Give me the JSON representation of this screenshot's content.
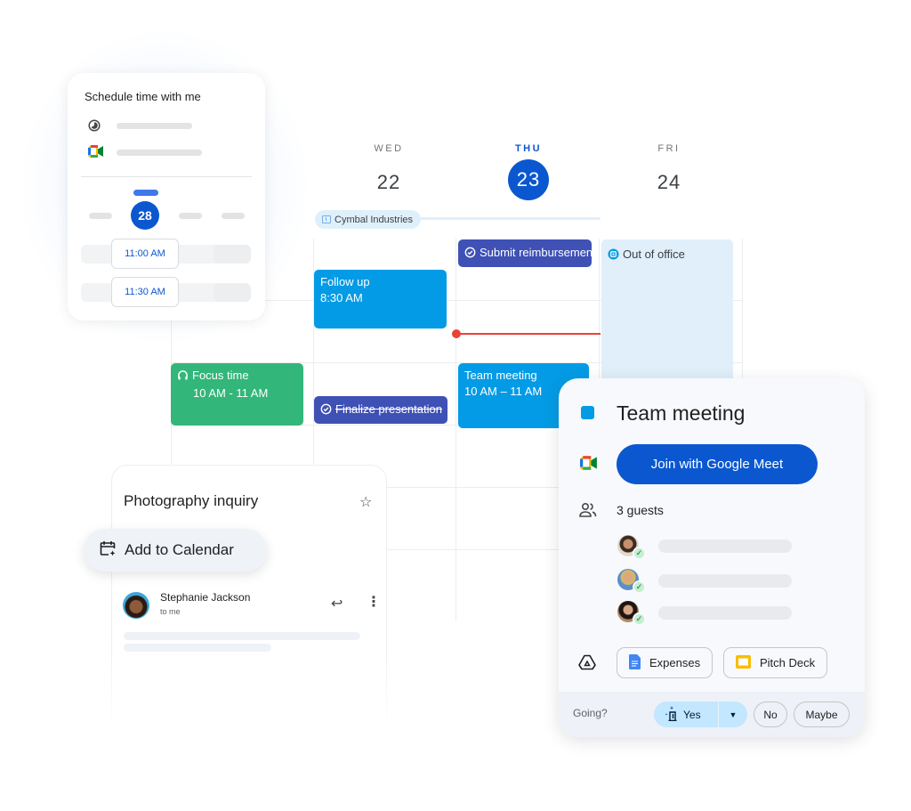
{
  "calendar": {
    "days": [
      {
        "dow": "WED",
        "num": "22",
        "today": false
      },
      {
        "dow": "THU",
        "num": "23",
        "today": true
      },
      {
        "dow": "FRI",
        "num": "24",
        "today": false
      }
    ],
    "all_day_event": "Cymbal Industries",
    "events": {
      "follow_up": {
        "title": "Follow up",
        "time": "8:30 AM"
      },
      "submit": {
        "title": "Submit reimbursement"
      },
      "out_of_office": {
        "title": "Out of office"
      },
      "focus_time": {
        "title": "Focus time",
        "time": "10 AM - 11 AM"
      },
      "finalize": {
        "title": "Finalize presentation"
      },
      "team_meeting": {
        "title": "Team meeting",
        "time": "10 AM – 11 AM"
      }
    },
    "colors": {
      "today": "#0b57d0",
      "event_blue": "#039be5",
      "event_indigo": "#3f51b5",
      "event_green": "#33b679",
      "now_line": "#ea4335"
    }
  },
  "schedule_card": {
    "title": "Schedule time with me",
    "selected_date": "28",
    "slots": [
      "11:00 AM",
      "11:30 AM"
    ]
  },
  "email_card": {
    "subject": "Photography inquiry",
    "add_to_calendar": "Add to Calendar",
    "sender": "Stephanie Jackson",
    "recipient": "to me"
  },
  "event_detail": {
    "title": "Team meeting",
    "join_button": "Join with Google Meet",
    "guests_label": "3 guests",
    "guest_count": 3,
    "attachments": [
      {
        "name": "Expenses",
        "icon": "google-docs-icon"
      },
      {
        "name": "Pitch Deck",
        "icon": "google-slides-icon"
      }
    ],
    "rsvp": {
      "prompt": "Going?",
      "yes": "Yes",
      "no": "No",
      "maybe": "Maybe",
      "selected": "Yes"
    }
  }
}
